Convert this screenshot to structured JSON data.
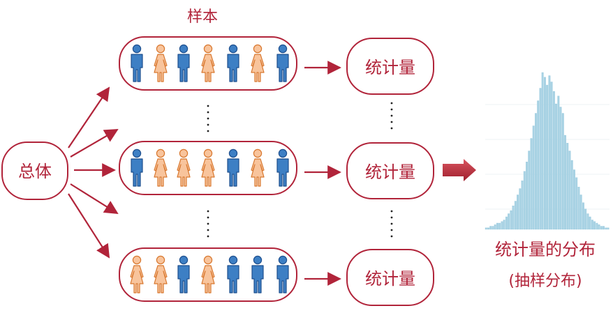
{
  "population": {
    "label": "总体"
  },
  "sample_title": "样本",
  "samples": [
    {
      "figures": [
        "m",
        "f",
        "m",
        "f",
        "m",
        "f",
        "m"
      ],
      "statistic_label": "统计量"
    },
    {
      "figures": [
        "m",
        "f",
        "f",
        "f",
        "m",
        "f",
        "m"
      ],
      "statistic_label": "统计量"
    },
    {
      "figures": [
        "f",
        "f",
        "m",
        "f",
        "m",
        "m",
        "m"
      ],
      "statistic_label": "统计量"
    }
  ],
  "distribution": {
    "label": "统计量的分布",
    "sublabel": "(抽样分布)",
    "histogram": [
      1,
      1,
      2,
      2,
      3,
      4,
      4,
      5,
      6,
      8,
      10,
      12,
      15,
      18,
      22,
      26,
      31,
      37,
      43,
      50,
      58,
      66,
      74,
      82,
      90,
      100,
      97,
      92,
      98,
      94,
      88,
      80,
      85,
      78,
      74,
      60,
      55,
      50,
      44,
      38,
      33,
      27,
      22,
      17,
      13,
      10,
      8,
      6,
      5,
      4,
      3,
      2,
      2,
      1,
      1
    ],
    "colors": {
      "bar": "#a9d3e4",
      "bar_stroke": "#86bfd8"
    }
  },
  "colors": {
    "accent": "#b1243a",
    "male_fill": "#3d7fc4",
    "male_stroke": "#1e4f8e",
    "female_fill": "#f8c49c",
    "female_stroke": "#d8772e"
  }
}
